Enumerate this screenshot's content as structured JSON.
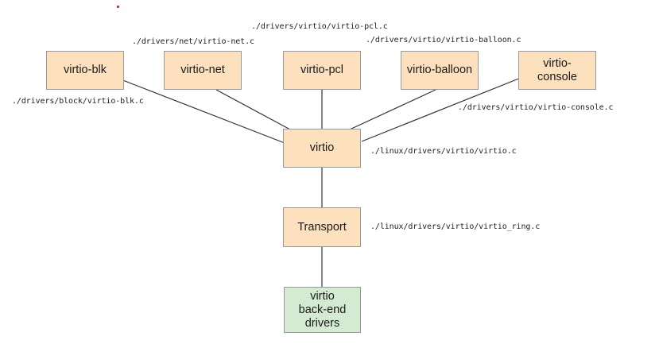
{
  "colors": {
    "module_fill": "#fde0bd",
    "backend_fill": "#d5ead3",
    "border": "#9a9a9a",
    "connector": "#333333",
    "marker": "#e0202a"
  },
  "modules": {
    "blk": {
      "label": "virtio-blk",
      "path": "./drivers/block/virtio-blk.c"
    },
    "net": {
      "label": "virtio-net",
      "path": "./drivers/net/virtio-net.c"
    },
    "pci": {
      "label": "virtio-pcl",
      "path": "./drivers/virtio/virtio-pcl.c"
    },
    "balloon": {
      "label": "virtio-balloon",
      "path": "./drivers/virtio/virtio-balloon.c"
    },
    "console": {
      "label": "virtio-\nconsole",
      "path": "./drivers/virtio/virtio-console.c"
    }
  },
  "core": {
    "label": "virtio",
    "path": "./linux/drivers/virtio/virtio.c"
  },
  "transport": {
    "label": "Transport",
    "path": "./linux/drivers/virtio/virtio_ring.c"
  },
  "backend": {
    "label": "virtio\nback-end\ndrivers"
  }
}
